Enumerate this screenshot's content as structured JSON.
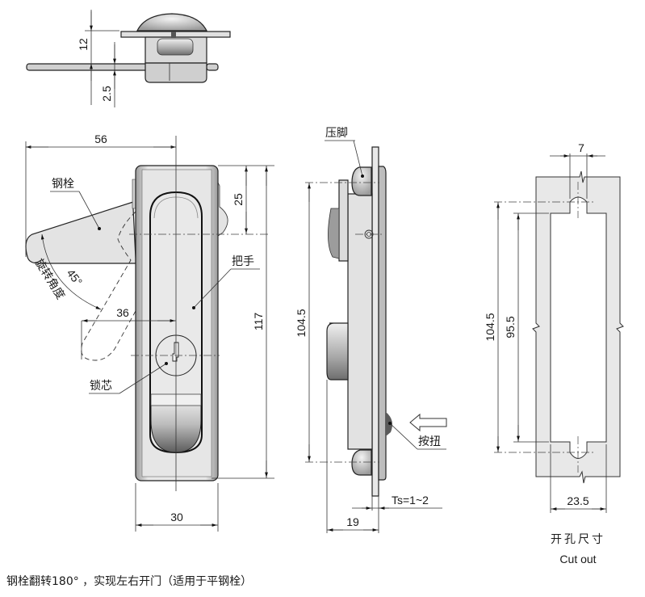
{
  "top_view": {
    "dim_height": "12",
    "dim_thickness": "2.5"
  },
  "front_view": {
    "dim_overall_width": "56",
    "dim_top_to_bolt": "25",
    "dim_total_height": "117",
    "dim_bolt_offset": "36",
    "dim_body_width": "30",
    "rotation_angle": "45°",
    "label_bolt": "钢栓",
    "label_handle": "把手",
    "label_lock_core": "锁芯",
    "label_rotation": "旋转角度"
  },
  "side_view": {
    "label_foot": "压脚",
    "label_button": "按扭",
    "dim_foot_spacing": "104.5",
    "dim_depth": "19",
    "dim_panel_thickness": "Ts=1~2"
  },
  "cutout_view": {
    "dim_slot_width": "7",
    "dim_outer_height": "104.5",
    "dim_inner_height": "95.5",
    "dim_inner_width": "23.5",
    "title_cn": "开孔尺寸",
    "title_en": "Cut out"
  },
  "footer_note": "钢栓翻转180° ，实现左右开门（适用于平钢栓）",
  "colors": {
    "metal_light": "#e6e6e6",
    "metal_mid": "#b5b5b5",
    "metal_dark": "#7a7a7a",
    "cutout_fill": "#e8e8e8",
    "line": "#222222"
  }
}
